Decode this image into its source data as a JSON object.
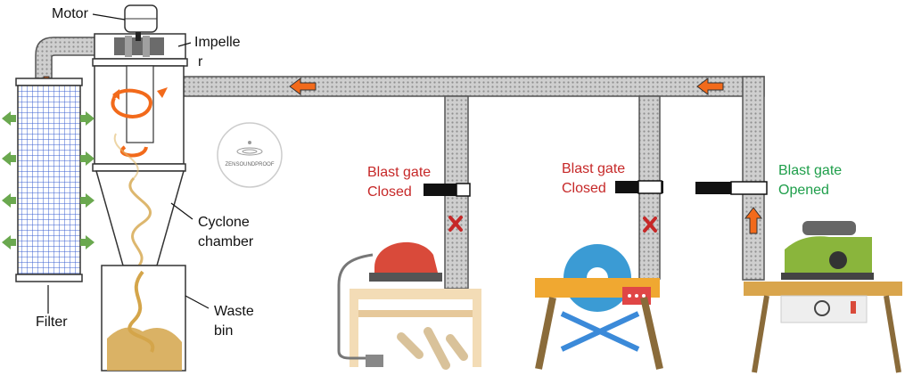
{
  "labels": {
    "motor": "Motor",
    "impeller_line1": "Impelle",
    "impeller_line2": "r",
    "filter": "Filter",
    "cyclone_line1": "Cyclone",
    "cyclone_line2": "chamber",
    "waste_line1": "Waste",
    "waste_line2": "bin"
  },
  "blast_gates": [
    {
      "line1": "Blast gate",
      "line2": "Closed",
      "state": "closed"
    },
    {
      "line1": "Blast gate",
      "line2": "Closed",
      "state": "closed"
    },
    {
      "line1": "Blast gate",
      "line2": "Opened",
      "state": "opened"
    }
  ],
  "logo": {
    "text": "ZENSOUNDPROOF"
  },
  "colors": {
    "closed_text": "#c62828",
    "opened_text": "#1e9e4a",
    "arrow": "#f26a1b",
    "duct": "#c9c9c9",
    "filter_grid": "#3a5fd0",
    "filter_arrows": "#6aa84f",
    "dust": "#d4a54a",
    "table_wood": "#d9a54c"
  }
}
